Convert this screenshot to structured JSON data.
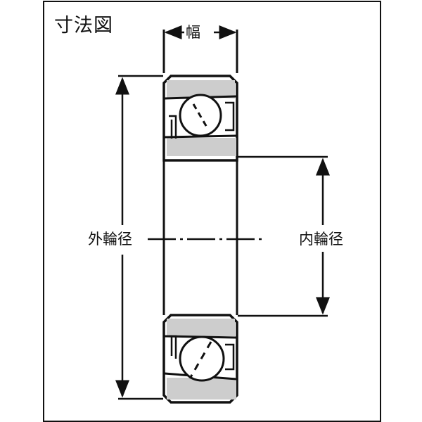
{
  "diagram": {
    "title": "寸法図",
    "labels": {
      "width": "幅",
      "outer_diameter": "外輪径",
      "inner_diameter": "内輪径"
    },
    "subject": "angular contact ball bearing cross-section",
    "colors": {
      "line": "#111111",
      "ring_fill": "#cfcfcf",
      "background": "#ffffff"
    }
  }
}
